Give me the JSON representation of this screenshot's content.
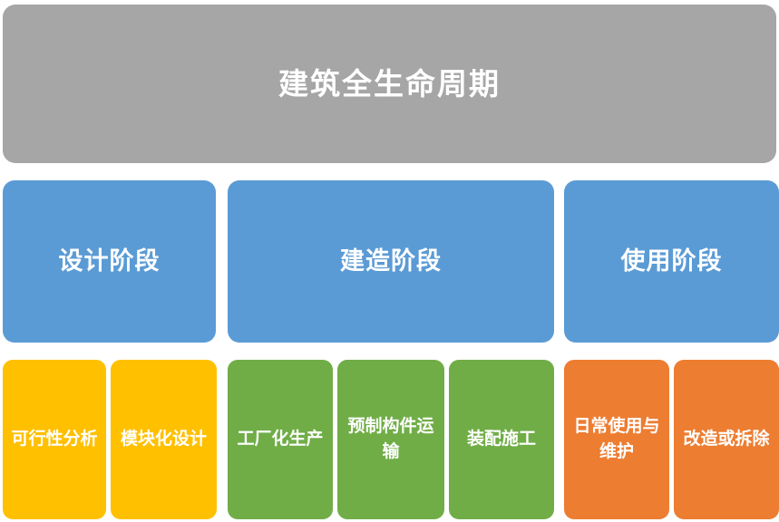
{
  "diagram": {
    "type": "hierarchy-block-diagram",
    "root": {
      "label": "建筑全生命周期",
      "color": "#a6a6a6",
      "text_color": "#ffffff"
    },
    "stages": [
      {
        "label": "设计阶段",
        "color": "#5b9bd5",
        "text_color": "#ffffff"
      },
      {
        "label": "建造阶段",
        "color": "#5b9bd5",
        "text_color": "#ffffff"
      },
      {
        "label": "使用阶段",
        "color": "#5b9bd5",
        "text_color": "#ffffff"
      }
    ],
    "leaves": [
      {
        "label": "可行性分析",
        "color": "#ffc000",
        "parent": "设计阶段"
      },
      {
        "label": "模块化设计",
        "color": "#ffc000",
        "parent": "设计阶段"
      },
      {
        "label": "工厂化生产",
        "color": "#70ad47",
        "parent": "建造阶段"
      },
      {
        "label": "预制构件运输",
        "color": "#70ad47",
        "parent": "建造阶段"
      },
      {
        "label": "装配施工",
        "color": "#70ad47",
        "parent": "建造阶段"
      },
      {
        "label": "日常使用与维护",
        "color": "#ed7d31",
        "parent": "使用阶段"
      },
      {
        "label": "改造或拆除",
        "color": "#ed7d31",
        "parent": "使用阶段"
      }
    ],
    "background": "#ffffff"
  }
}
